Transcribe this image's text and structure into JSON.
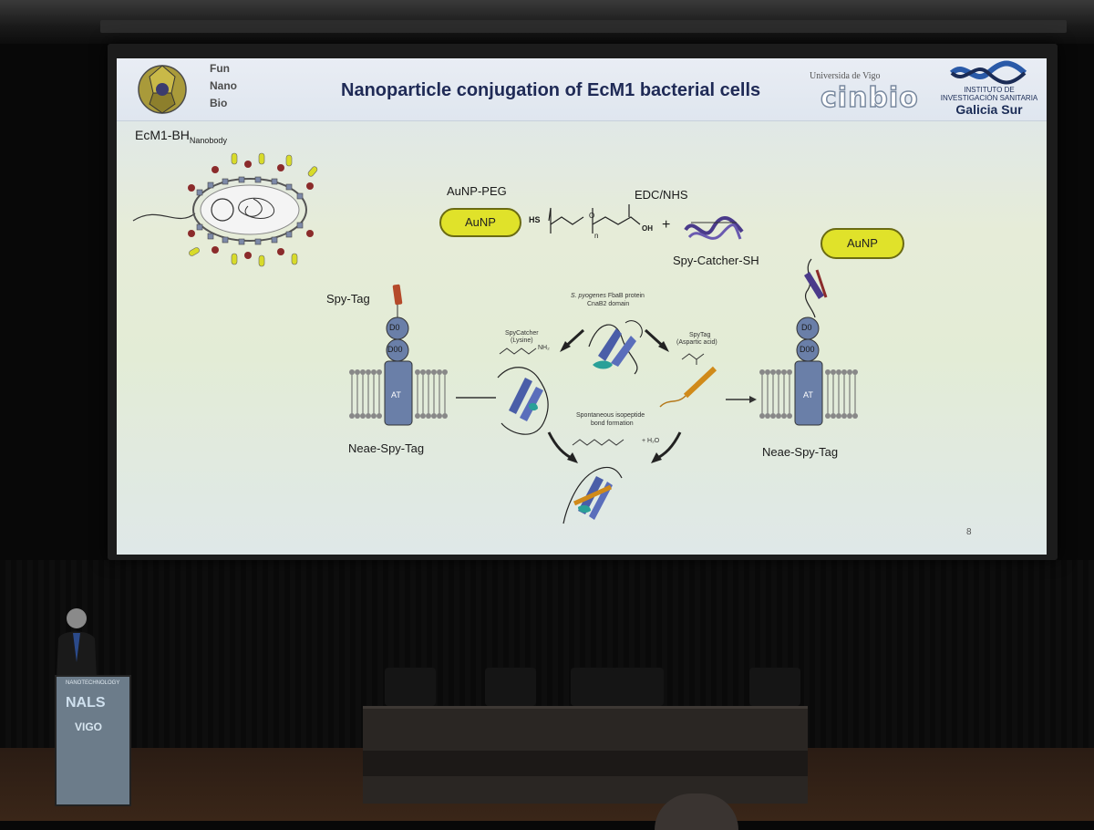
{
  "slide": {
    "title": "Nanoparticle conjugation of EcM1 bacterial cells",
    "page_number": "8",
    "logos": {
      "fnb": [
        "Fun",
        "Nano",
        "Bio"
      ],
      "cinbio_top": "Universida de Vigo",
      "cinbio_word": "cinbio",
      "galicia_lines": [
        "INSTITUTO DE",
        "INVESTIGACIÓN SANITARIA",
        "Galicia Sur"
      ]
    },
    "labels": {
      "ecm1_main": "EcM1-BH",
      "ecm1_sub": "Nanobody",
      "aunp_peg": "AuNP-PEG",
      "edc_nhs": "EDC/NHS",
      "aunp": "AuNP",
      "hs": "HS",
      "o": "O",
      "n": "n",
      "oh": "OH",
      "plus": "+",
      "spy_catcher_sh": "Spy-Catcher-SH",
      "spy_tag": "Spy-Tag",
      "d0": "D0",
      "d00": "D00",
      "at": "AT",
      "neae_left": "Neae-Spy-Tag",
      "neae_right": "Neae-Spy-Tag",
      "fbab_italic": "S. pyogenes",
      "fbab_rest": " FbaB protein",
      "cnab2": "CnaB2 domain",
      "spycatcher": "SpyCatcher",
      "lysine": "(Lysine)",
      "nh2": "NH₂",
      "spytag": "SpyTag",
      "aspartic": "(Aspartic acid)",
      "spontaneous": "Spontaneous isopeptide",
      "bond": "bond formation",
      "h2o": "+ H₂O"
    }
  },
  "podium": {
    "sub": "NANOTECHNOLOGY",
    "logo": "NALS",
    "city": "VIGO"
  },
  "colors": {
    "aunp_fill": "#e0e22a",
    "title": "#1f2a56",
    "protein_blue": "#4a5ea8",
    "spytag_orange": "#d08a1a",
    "teal": "#2aa098"
  }
}
